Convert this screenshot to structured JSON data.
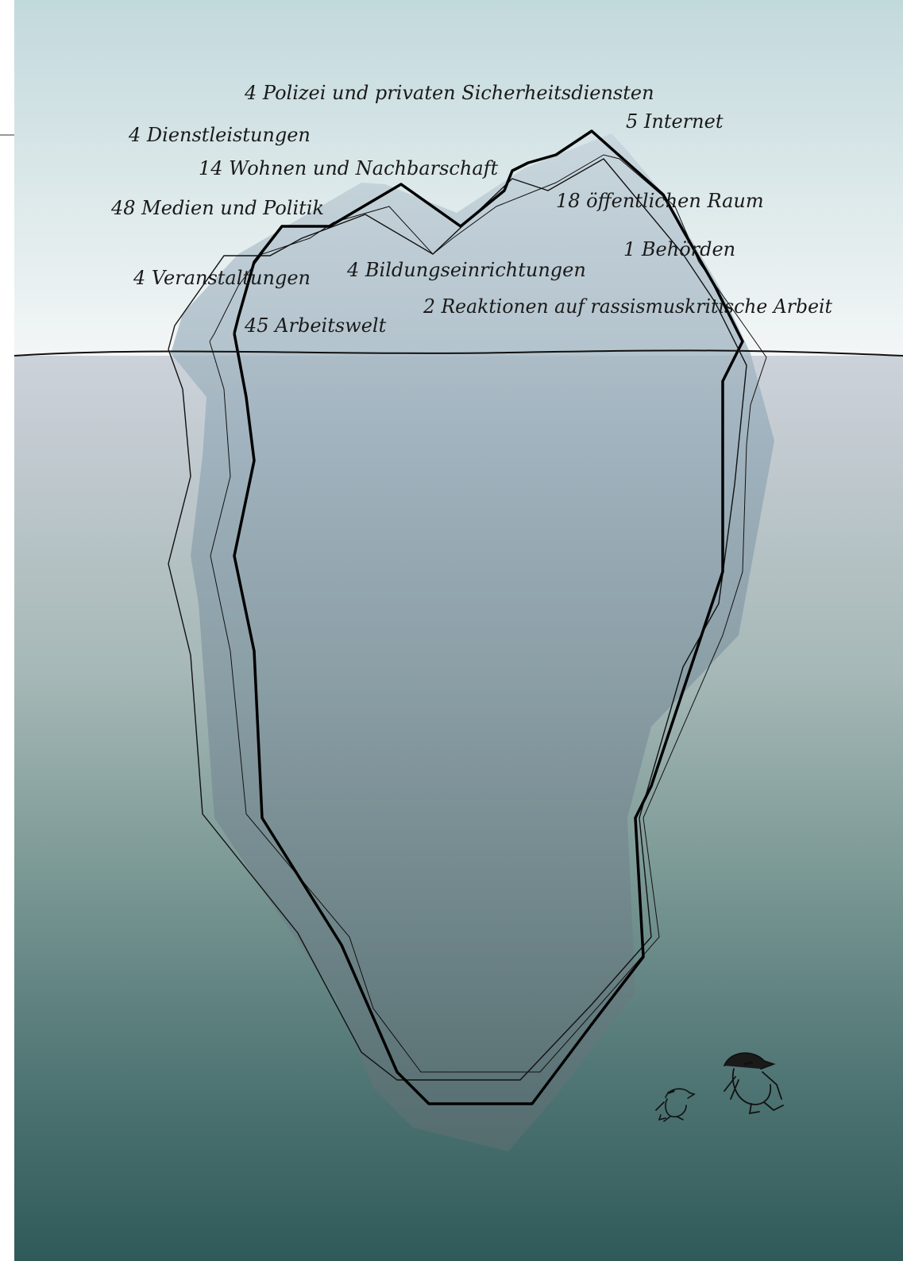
{
  "labels": {
    "polizei": "4 Polizei und privaten Sicherheitsdiensten",
    "internet": "5 Internet",
    "dienstleistungen": "4 Dienstleistungen",
    "wohnen": "14 Wohnen und Nachbarschaft",
    "medien": "48 Medien und Politik",
    "oeffentlicher_raum": "18 öffentlichen Raum",
    "behoerden": "1 Behörden",
    "veranstaltungen": "4 Veranstaltungen",
    "bildung": "4 Bildungseinrichtungen",
    "reaktionen": "2 Reaktionen auf rassismuskritische Arbeit",
    "arbeitswelt": "45 Arbeitswelt"
  },
  "figures": {
    "penguins": [
      "penguin-small",
      "penguin-large"
    ]
  },
  "colors": {
    "sky_top": "#c2d9dc",
    "sky_bottom": "#f3f6f6",
    "water_top": "#cdd2da",
    "water_mid": "#7f9c98",
    "water_bottom": "#2f5a59",
    "ice_fill": "#8fa6b3",
    "outline": "#111111"
  }
}
